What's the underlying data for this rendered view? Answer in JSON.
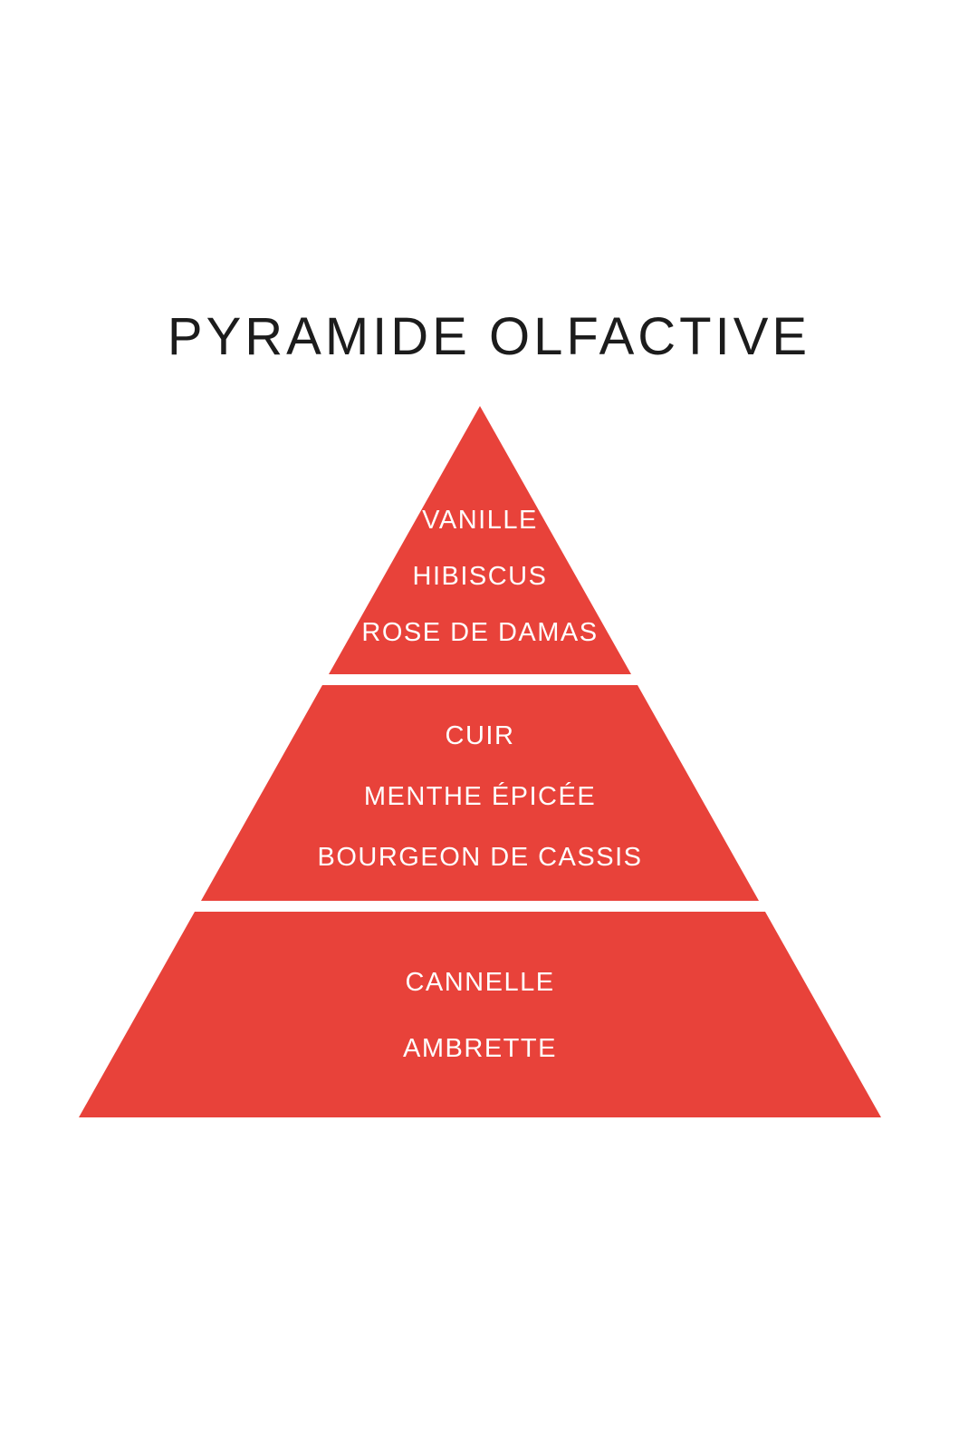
{
  "title": "PYRAMIDE OLFACTIVE",
  "colors": {
    "pyramid_red": "#e8423a",
    "background": "#ffffff",
    "title_text": "#1c1c1c",
    "note_text": "#ffffff"
  },
  "pyramid": {
    "tiers": [
      {
        "name": "top-notes",
        "notes": [
          "VANILLE",
          "HIBISCUS",
          "ROSE DE DAMAS"
        ]
      },
      {
        "name": "heart-notes",
        "notes": [
          "CUIR",
          "MENTHE ÉPICÉE",
          "BOURGEON DE CASSIS"
        ]
      },
      {
        "name": "base-notes",
        "notes": [
          "CANNELLE",
          "AMBRETTE"
        ]
      }
    ]
  }
}
